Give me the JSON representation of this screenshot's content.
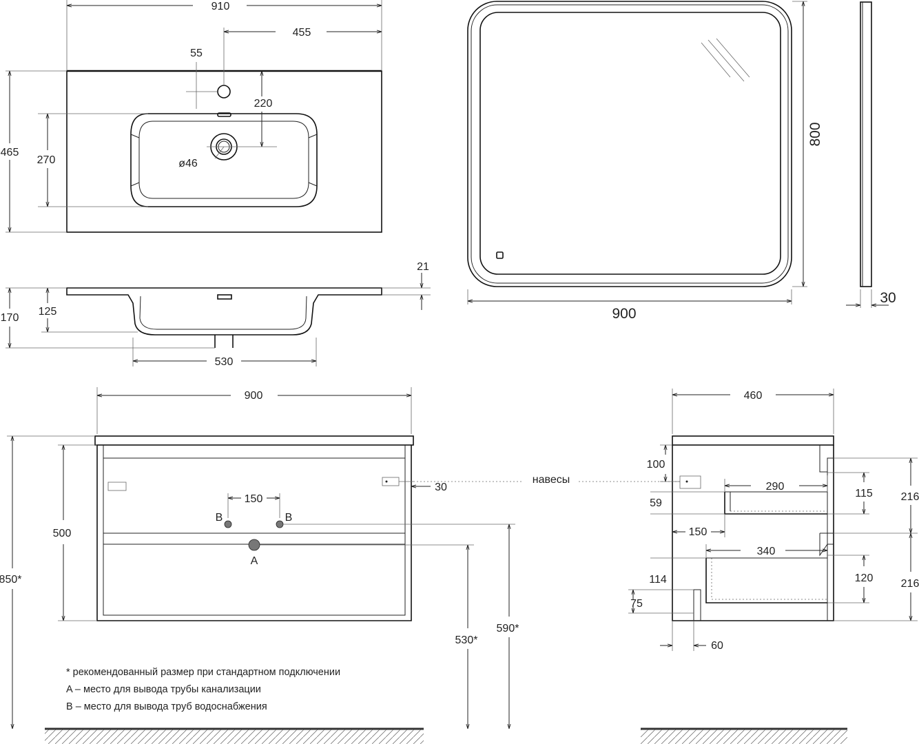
{
  "sink_top": {
    "width": "910",
    "half_width": "455",
    "tap_hole_offset": "55",
    "drain_offset": "220",
    "depth": "465",
    "basin_depth": "270",
    "drain_diameter": "ø46"
  },
  "sink_side": {
    "rim_thickness": "21",
    "total_height": "170",
    "basin_height": "125",
    "basin_width": "530"
  },
  "mirror": {
    "width": "900",
    "height": "800",
    "depth": "30"
  },
  "cabinet_front": {
    "width": "900",
    "body_height": "500",
    "total_height": "850*",
    "hanger_offset": "30",
    "pipe_spacing": "150",
    "pipe_b_left": "B",
    "pipe_b_right": "B",
    "pipe_a": "A",
    "drain_height": "530*",
    "water_height": "590*"
  },
  "hangers_label": "навесы",
  "cabinet_side": {
    "depth": "460",
    "top_to_hanger": "100",
    "drawer1_width": "290",
    "drawer1_inner_height": "115",
    "drawer1_front": "216",
    "drawer1_height": "59",
    "drawer1_offset": "150",
    "drawer2_width": "340",
    "drawer2_inner_height": "120",
    "drawer2_front": "216",
    "drawer2_gap": "114",
    "plinth_height": "75",
    "plinth_offset": "60"
  },
  "notes": [
    "* рекомендованный размер при стандартном подключении",
    "A – место для вывода трубы канализации",
    "B – место для вывода труб водоснабжения"
  ]
}
